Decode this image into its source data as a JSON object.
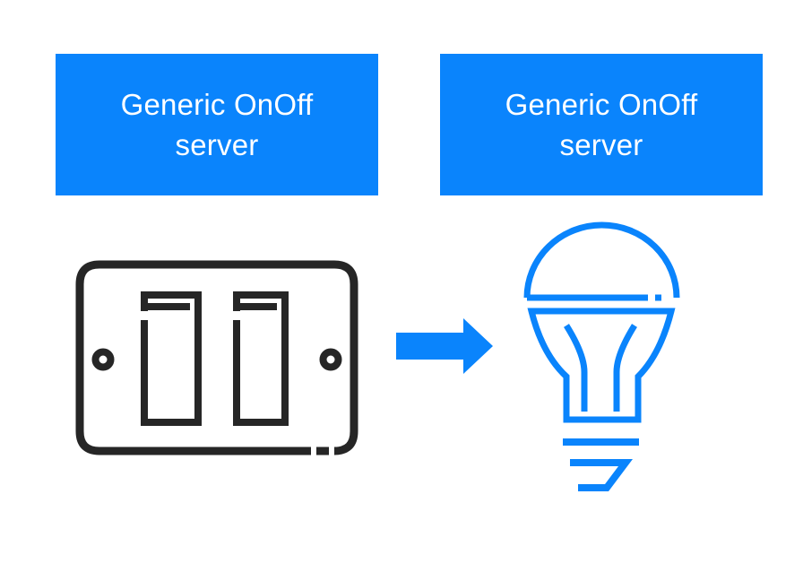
{
  "diagram_title": "",
  "boxes": [
    {
      "id": "client-side-box",
      "line1": "Generic OnOff",
      "line2": "server"
    },
    {
      "id": "server-side-box",
      "line1": "Generic OnOff",
      "line2": "server"
    }
  ],
  "icons": {
    "left": "light-switch-icon",
    "right": "light-bulb-icon",
    "connector": "right-arrow-icon"
  },
  "colors": {
    "background": "#ffffff",
    "box-fill": "#0a84fc",
    "box-text": "#ffffff",
    "switch-stroke": "#262626",
    "bulb-stroke": "#0a84fc",
    "arrow-fill": "#0a84fc"
  }
}
